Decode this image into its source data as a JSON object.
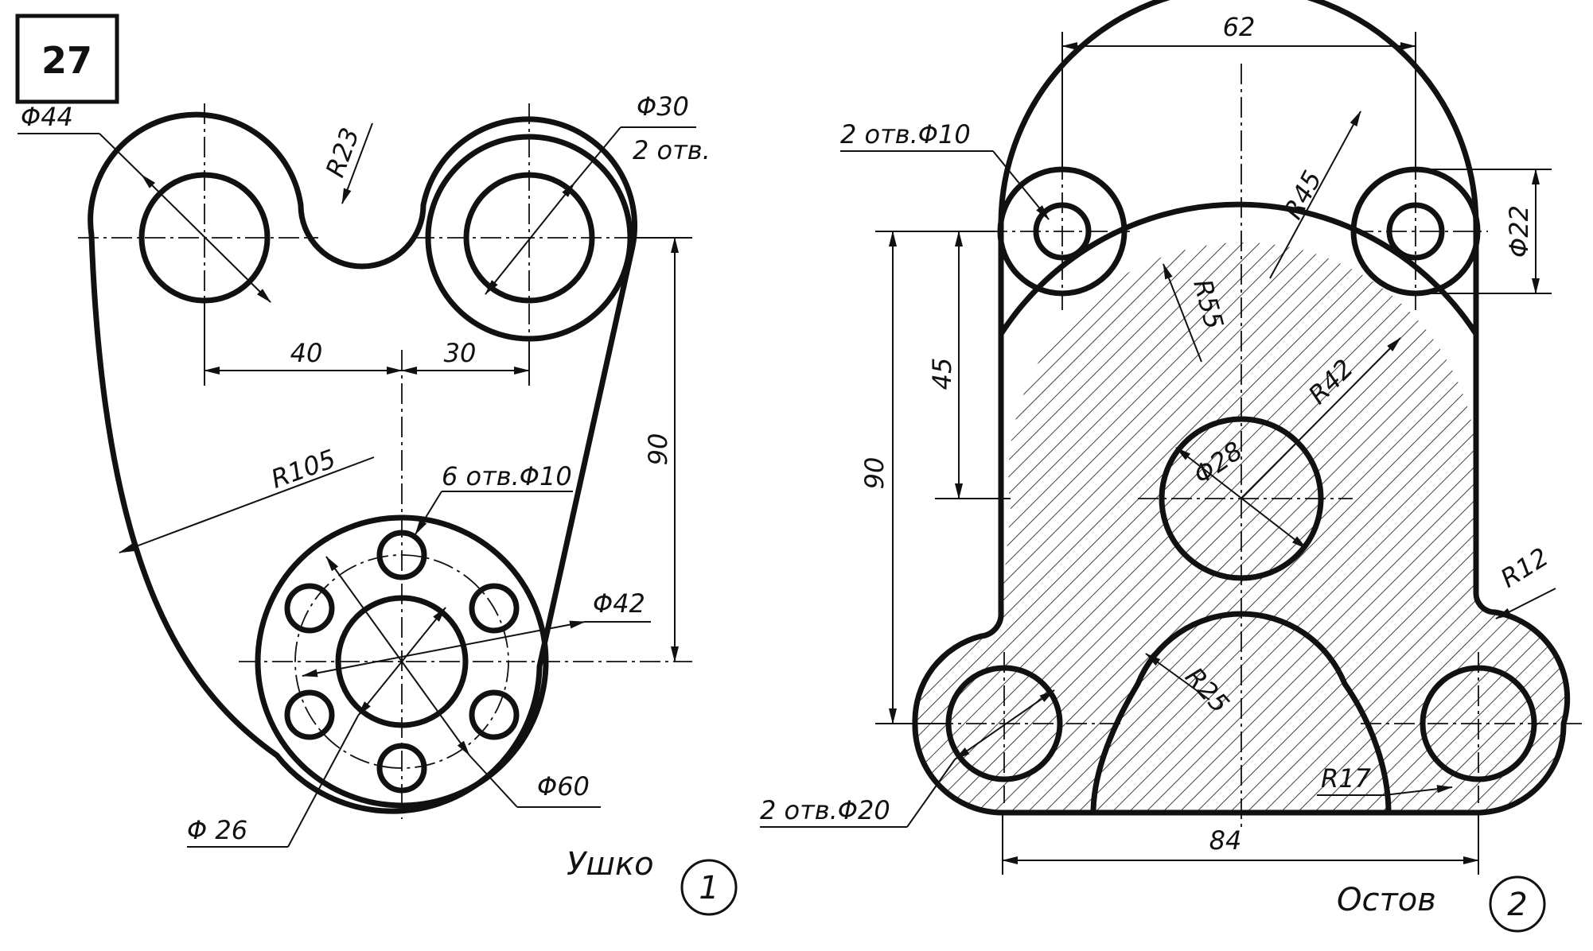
{
  "problem_number": "27",
  "part1": {
    "caption": "Ушко",
    "index": "1",
    "dims": {
      "d44": "Φ44",
      "r23": "R23",
      "d30": "Φ30",
      "holes2": "2 отв.",
      "d40": "40",
      "d30b": "30",
      "r105": "R105",
      "holes6": "6 отв.Φ10",
      "d42": "Φ42",
      "d90": "90",
      "d60": "Φ60",
      "d26": "Φ 26"
    }
  },
  "part2": {
    "caption": "Остов",
    "index": "2",
    "dims": {
      "d62": "62",
      "holes2d10": "2 отв.Φ10",
      "r45": "R45",
      "d22": "Φ22",
      "r55": "R55",
      "d45": "45",
      "r42": "R42",
      "d90": "90",
      "d28": "Φ28",
      "r12": "R12",
      "r25": "R25",
      "r17": "R17",
      "holes2d20": "2 отв.Φ20",
      "d84": "84"
    }
  }
}
